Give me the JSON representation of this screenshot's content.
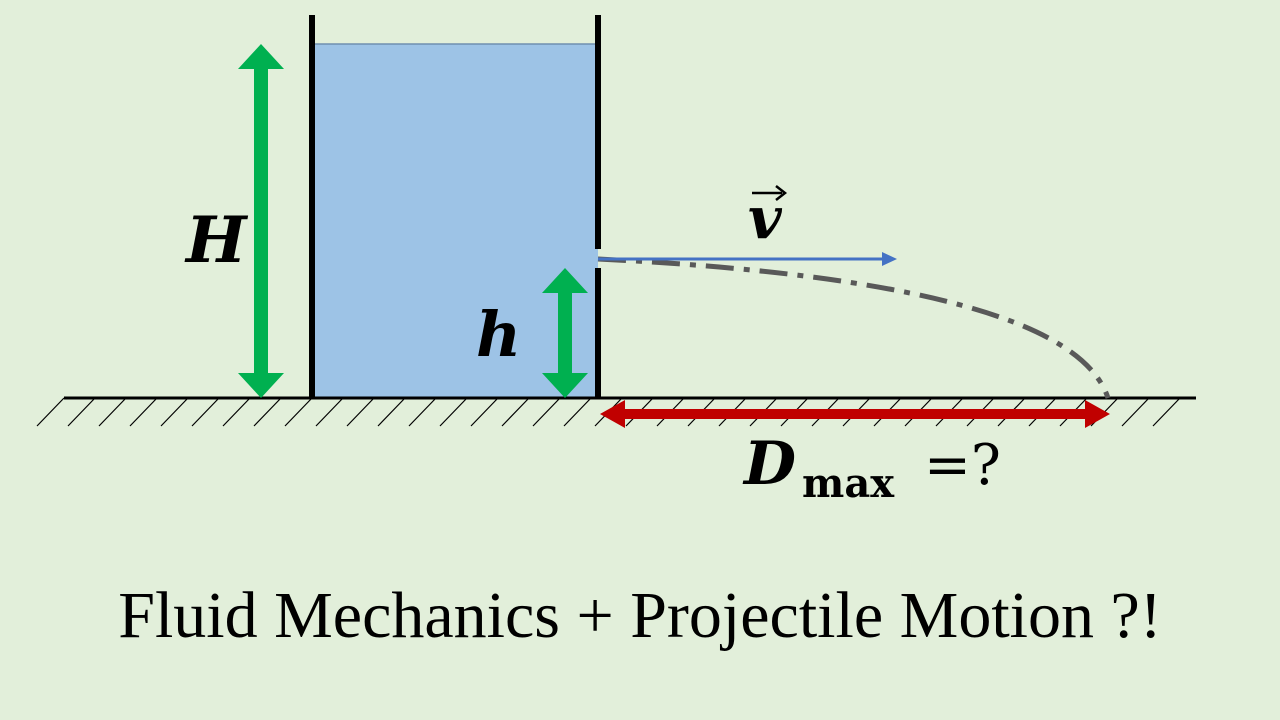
{
  "labels": {
    "tank_height": "H",
    "hole_height": "h",
    "velocity": "v",
    "distance_main": "D",
    "distance_sub": "max",
    "distance_suffix": "=?"
  },
  "caption": "Fluid Mechanics + Projectile Motion ?!",
  "colors": {
    "background": "#e2efda",
    "water": "#9dc3e6",
    "green_arrow": "#00b050",
    "red_arrow": "#c00000",
    "velocity_arrow": "#4472c4",
    "trajectory": "#595959"
  }
}
